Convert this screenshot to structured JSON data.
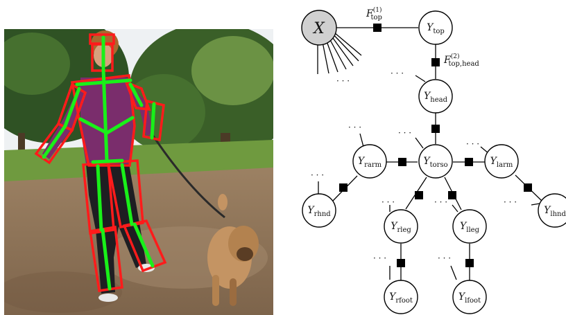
{
  "figure": {
    "photo": {
      "colors": {
        "sky": "#eef1f3",
        "tree_dark": "#2f5224",
        "tree_mid": "#46702f",
        "tree_light": "#6b9244",
        "grass": "#6f9a3f",
        "ground": "#8a6f55",
        "ground_light": "#a98d70",
        "shirt": "#7a2d6c",
        "pants": "#1e1e22",
        "skin": "#d7a07e",
        "hair": "#a9692f",
        "dog": "#c49463",
        "dog_dark": "#9b6c40",
        "leash": "#2a2a2a",
        "bbox": "#ff1b1b",
        "skeleton": "#19f019"
      },
      "parts": [
        "head",
        "torso",
        "right-upper-arm",
        "right-lower-arm",
        "left-upper-arm",
        "left-lower-arm",
        "right-upper-leg",
        "right-lower-leg",
        "left-upper-leg",
        "left-lower-leg"
      ]
    },
    "graph": {
      "node_fill": "#ffffff",
      "observed_fill": "#d0d0d0",
      "factor_fill": "#000000",
      "line_color": "#000000",
      "ellipsis": "· · ·",
      "nodes": {
        "X": {
          "base": "X",
          "sub": ""
        },
        "top": {
          "base": "Y",
          "sub": "top"
        },
        "head": {
          "base": "Y",
          "sub": "head"
        },
        "torso": {
          "base": "Y",
          "sub": "torso"
        },
        "rarm": {
          "base": "Y",
          "sub": "rarm"
        },
        "larm": {
          "base": "Y",
          "sub": "larm"
        },
        "rhnd": {
          "base": "Y",
          "sub": "rhnd"
        },
        "lhnd": {
          "base": "Y",
          "sub": "lhnd"
        },
        "rleg": {
          "base": "Y",
          "sub": "rleg"
        },
        "lleg": {
          "base": "Y",
          "sub": "lleg"
        },
        "rfoot": {
          "base": "Y",
          "sub": "rfoot"
        },
        "lfoot": {
          "base": "Y",
          "sub": "lfoot"
        }
      },
      "factor_labels": {
        "f1": {
          "base": "F",
          "sup": "(1)",
          "sub": "top"
        },
        "f2": {
          "base": "F",
          "sup": "(2)",
          "sub": "top,head"
        }
      },
      "edges": [
        [
          "X",
          "top"
        ],
        [
          "top",
          "head"
        ],
        [
          "head",
          "torso"
        ],
        [
          "torso",
          "rarm"
        ],
        [
          "torso",
          "larm"
        ],
        [
          "rarm",
          "rhnd"
        ],
        [
          "larm",
          "lhnd"
        ],
        [
          "torso",
          "rleg"
        ],
        [
          "torso",
          "lleg"
        ],
        [
          "rleg",
          "rfoot"
        ],
        [
          "lleg",
          "lfoot"
        ]
      ]
    }
  }
}
